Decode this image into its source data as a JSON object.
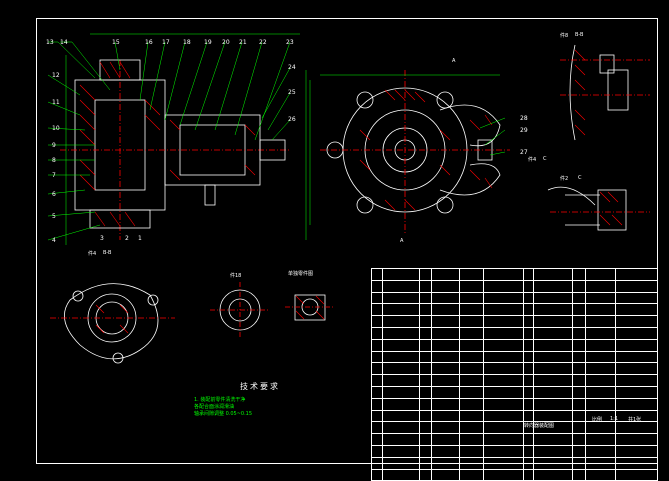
{
  "drawing": {
    "part_numbers_left": [
      "13",
      "14",
      "15",
      "16",
      "17",
      "18",
      "19",
      "20",
      "21",
      "22",
      "23",
      "12",
      "11",
      "10",
      "9",
      "8",
      "7",
      "6",
      "5",
      "4",
      "3",
      "2",
      "1",
      "24",
      "25",
      "26"
    ],
    "part_numbers_right": [
      "28",
      "29",
      "27"
    ],
    "view_labels": {
      "view_a": "A",
      "section_b": "B-B",
      "view_c": "C",
      "detail_1": "件8",
      "detail_2": "件18",
      "detail_3": "件4",
      "detail_4": "件2",
      "removed_view": "单独零件图"
    },
    "tech_title": "技术要求",
    "tech_lines": [
      "1. 装配前零件清洗干净",
      "   各配合面涂润滑油",
      "   轴承间隙调整 0.05~0.15"
    ],
    "title_block": {
      "name": "转向器装配图",
      "scale_label": "比例",
      "scale_value": "1:1",
      "sheet": "共1张"
    },
    "colors": {
      "frame": "#ffffff",
      "geometry": "#ffffff",
      "hatch": "#ff0000",
      "dimension": "#00ff00",
      "centerline": "#ff0000",
      "hidden": "#ffff00"
    }
  }
}
